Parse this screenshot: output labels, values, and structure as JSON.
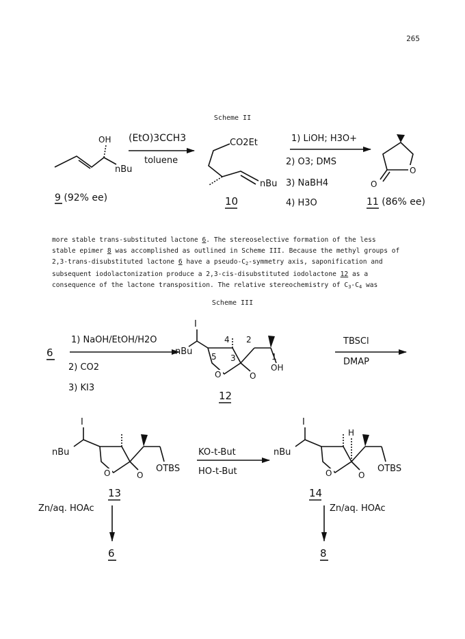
{
  "page_number": "265",
  "scheme2": {
    "caption": "Scheme II",
    "reagent1_top": "(EtO)3CCH3",
    "reagent1_bottom": "toluene",
    "reagents2": [
      "1) LiOH; H3O+",
      "2) O3; DMS",
      "3) NaBH4",
      "4) H3O"
    ],
    "compound9_label": "9 (92% ee)",
    "compound10_label": "10",
    "compound11_label": "11 (86% ee)",
    "atoms": {
      "oh": "OH",
      "nbu": "nBu",
      "co2et": "CO2Et",
      "o": "O"
    }
  },
  "paragraph": {
    "line1": {
      "pre": "more stable trans-substituted lactone ",
      "ref": "6",
      "post": ".  The stereoselective formation of the less"
    },
    "line2": {
      "pre": "stable epimer ",
      "ref": "8",
      "post": " was accomplished as outlined in Scheme III.  Because the methyl groups of"
    },
    "line3": {
      "pre": "2,3-trans-disubstituted lactone ",
      "ref": "6",
      "mid": " have a pseudo-C",
      "subscript": "2",
      "post": "-symmetry axis, saponification and"
    },
    "line4": {
      "pre": "subsequent iodolactonization produce a 2,3-cis-disubstituted iodolactone ",
      "ref": "12",
      "post": " as a"
    },
    "line5": {
      "pre": "consequence of the lactone transposition.  The relative stereochemistry of C",
      "sub_a": "3",
      "mid": "-C",
      "sub_b": "4",
      "post": " was"
    }
  },
  "scheme3": {
    "caption": "Scheme III",
    "start_label": "6",
    "reagents1": [
      "1) NaOH/EtOH/H2O",
      "2) CO2",
      "3) KI3"
    ],
    "compound12_label": "12",
    "numbering": [
      "5",
      "4",
      "3",
      "2",
      "1"
    ],
    "reagent2_top": "TBSCl",
    "reagent2_bottom": "DMAP",
    "compound13_label": "13",
    "compound14_label": "14",
    "reagent3_top": "KO-t-But",
    "reagent3_bottom": "HO-t-But",
    "reagent4_left": "Zn/aq. HOAc",
    "reagent4_right": "Zn/aq. HOAc",
    "product_left": "6",
    "product_right": "8",
    "atoms": {
      "i": "I",
      "h": "H",
      "o": "O",
      "oh": "OH",
      "otbs": "OTBS",
      "nbu": "nBu"
    }
  }
}
